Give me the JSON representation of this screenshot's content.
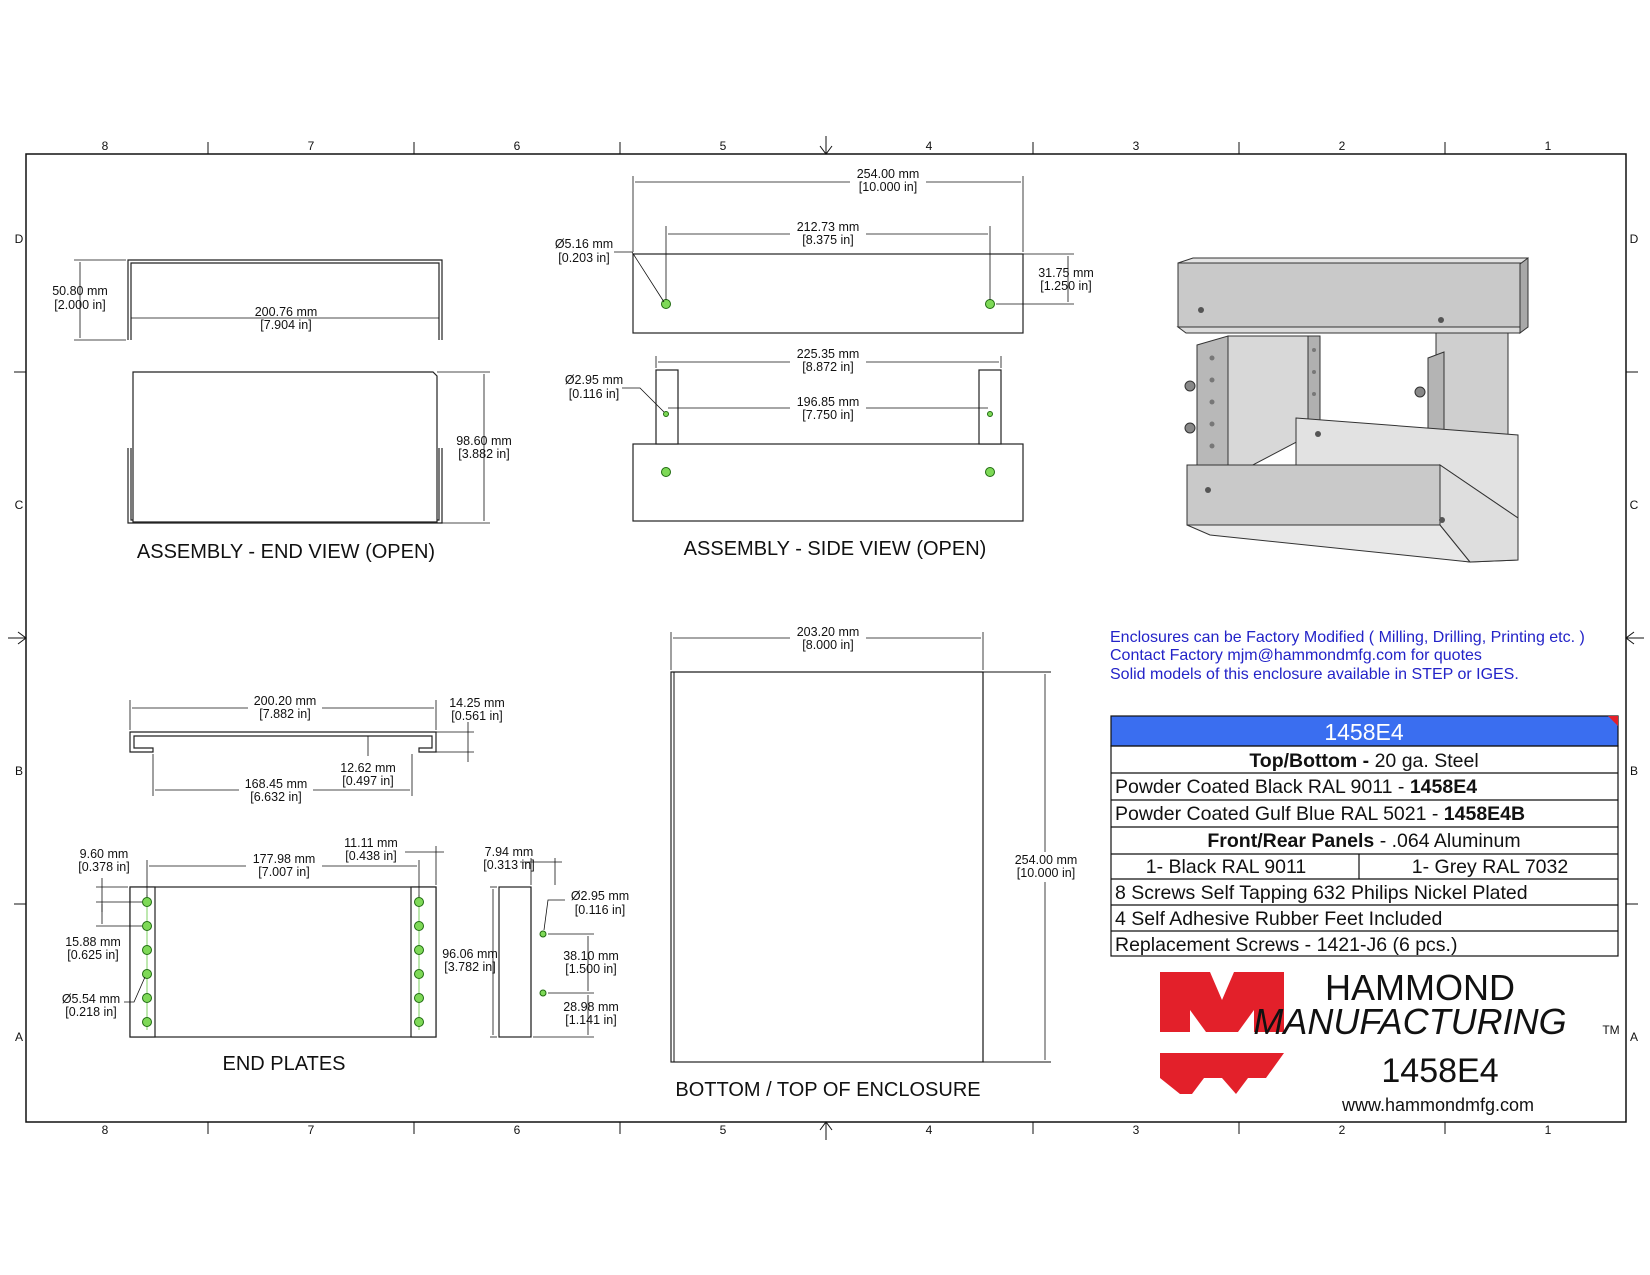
{
  "zones": {
    "columns": [
      "8",
      "7",
      "6",
      "5",
      "4",
      "3",
      "2",
      "1"
    ],
    "rows": [
      "D",
      "C",
      "B",
      "A"
    ]
  },
  "views": {
    "end_view": "ASSEMBLY - END VIEW (OPEN)",
    "side_view": "ASSEMBLY - SIDE VIEW (OPEN)",
    "end_plates": "END PLATES",
    "bottom_top": "BOTTOM / TOP OF ENCLOSURE"
  },
  "dims": {
    "d_50_80": [
      "50.80 mm",
      "[2.000 in]"
    ],
    "d_200_76": [
      "200.76 mm",
      "[7.904 in]"
    ],
    "d_98_60": [
      "98.60 mm",
      "[3.882 in]"
    ],
    "d_254_top": [
      "254.00 mm",
      "[10.000 in]"
    ],
    "d_212_73": [
      "212.73 mm",
      "[8.375 in]"
    ],
    "d_5_16": [
      "Ø5.16 mm",
      "[0.203 in]"
    ],
    "d_31_75": [
      "31.75 mm",
      "[1.250 in]"
    ],
    "d_225_35": [
      "225.35 mm",
      "[8.872 in]"
    ],
    "d_2_95_side": [
      "Ø2.95 mm",
      "[0.116 in]"
    ],
    "d_196_85": [
      "196.85 mm",
      "[7.750 in]"
    ],
    "d_200_20": [
      "200.20 mm",
      "[7.882 in]"
    ],
    "d_14_25": [
      "14.25 mm",
      "[0.561 in]"
    ],
    "d_12_62": [
      "12.62 mm",
      "[0.497 in]"
    ],
    "d_168_45": [
      "168.45 mm",
      "[6.632 in]"
    ],
    "d_9_60": [
      "9.60 mm",
      "[0.378 in]"
    ],
    "d_177_98": [
      "177.98 mm",
      "[7.007 in]"
    ],
    "d_11_11": [
      "11.11 mm",
      "[0.438 in]"
    ],
    "d_15_88": [
      "15.88 mm",
      "[0.625 in]"
    ],
    "d_5_54": [
      "Ø5.54 mm",
      "[0.218 in]"
    ],
    "d_7_94": [
      "7.94 mm",
      "[0.313 in]"
    ],
    "d_2_95_end": [
      "Ø2.95 mm",
      "[0.116 in]"
    ],
    "d_96_06": [
      "96.06 mm",
      "[3.782 in]"
    ],
    "d_38_10": [
      "38.10 mm",
      "[1.500 in]"
    ],
    "d_28_98": [
      "28.98 mm",
      "[1.141 in]"
    ],
    "d_203_20": [
      "203.20 mm",
      "[8.000 in]"
    ],
    "d_254_bottom": [
      "254.00 mm",
      "[10.000 in]"
    ]
  },
  "notes": [
    "Enclosures can be Factory Modified ( Milling, Drilling, Printing etc. )",
    "Contact Factory mjm@hammondmfg.com for quotes",
    "Solid models of this enclosure available in STEP or IGES."
  ],
  "spec_table": {
    "header": "1458E4",
    "header_color": "#3a6ef0",
    "rows": {
      "topbottom_bold": "Top/Bottom -",
      "topbottom_rest": " 20 ga. Steel",
      "black_text": "Powder Coated Black RAL 9011 - ",
      "black_part": "1458E4",
      "blue_text": "Powder Coated Gulf Blue RAL 5021 - ",
      "blue_part": "1458E4B",
      "panels_bold": "Front/Rear Panels",
      "panels_rest": " - .064 Aluminum",
      "black_panel": "1- Black RAL 9011",
      "grey_panel": "1- Grey RAL 7032",
      "screws": "8 Screws Self Tapping 632 Philips Nickel Plated",
      "feet": "4 Self Adhesive Rubber Feet Included",
      "replacement": "Replacement Screws - 1421-J6 (6 pcs.)"
    }
  },
  "brand": {
    "line1": "HAMMOND",
    "line2": "MANUFACTURING",
    "tm": "TM",
    "part": "1458E4",
    "url": "www.hammondmfg.com",
    "logo_color": "#e3202a"
  }
}
